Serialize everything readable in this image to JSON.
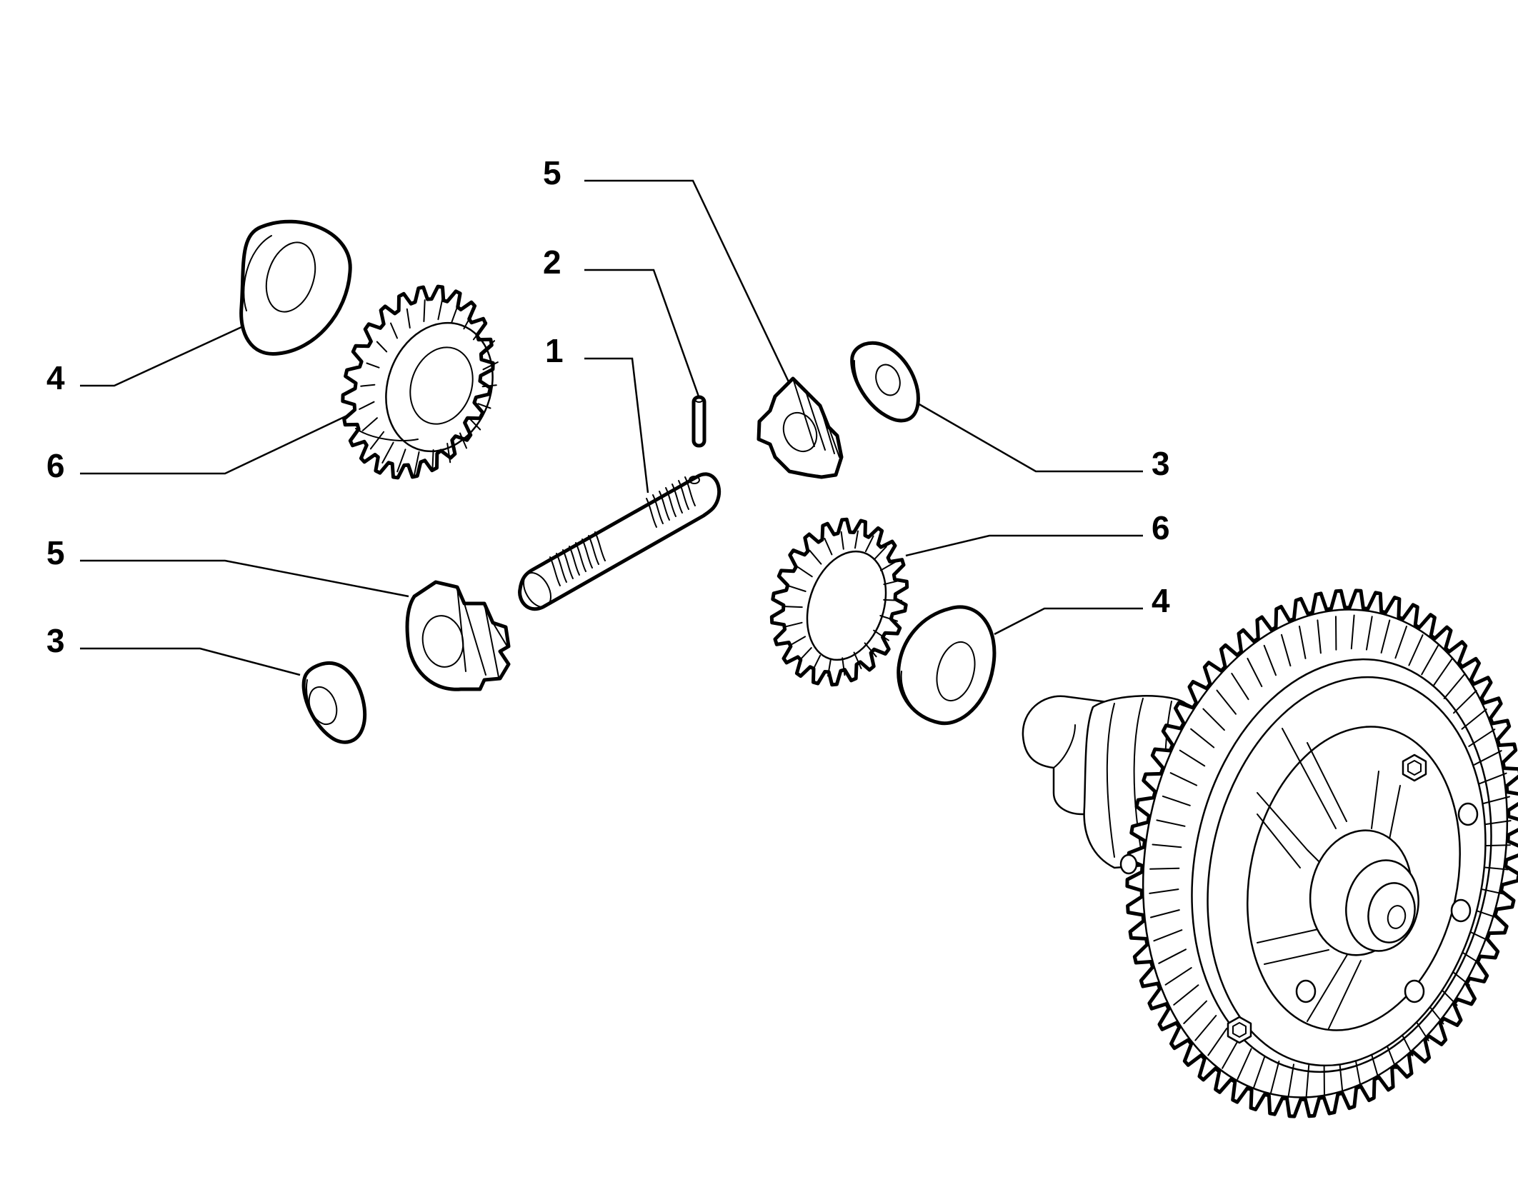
{
  "diagram": {
    "colors": {
      "line": "#000000",
      "background": "#ffffff"
    },
    "callouts": [
      {
        "id": "c-5-top",
        "label": "5"
      },
      {
        "id": "c-2",
        "label": "2"
      },
      {
        "id": "c-1",
        "label": "1"
      },
      {
        "id": "c-4-left",
        "label": "4"
      },
      {
        "id": "c-6-left",
        "label": "6"
      },
      {
        "id": "c-5-left",
        "label": "5"
      },
      {
        "id": "c-3-left",
        "label": "3"
      },
      {
        "id": "c-3-right",
        "label": "3"
      },
      {
        "id": "c-6-right",
        "label": "6"
      },
      {
        "id": "c-4-right",
        "label": "4"
      }
    ]
  }
}
